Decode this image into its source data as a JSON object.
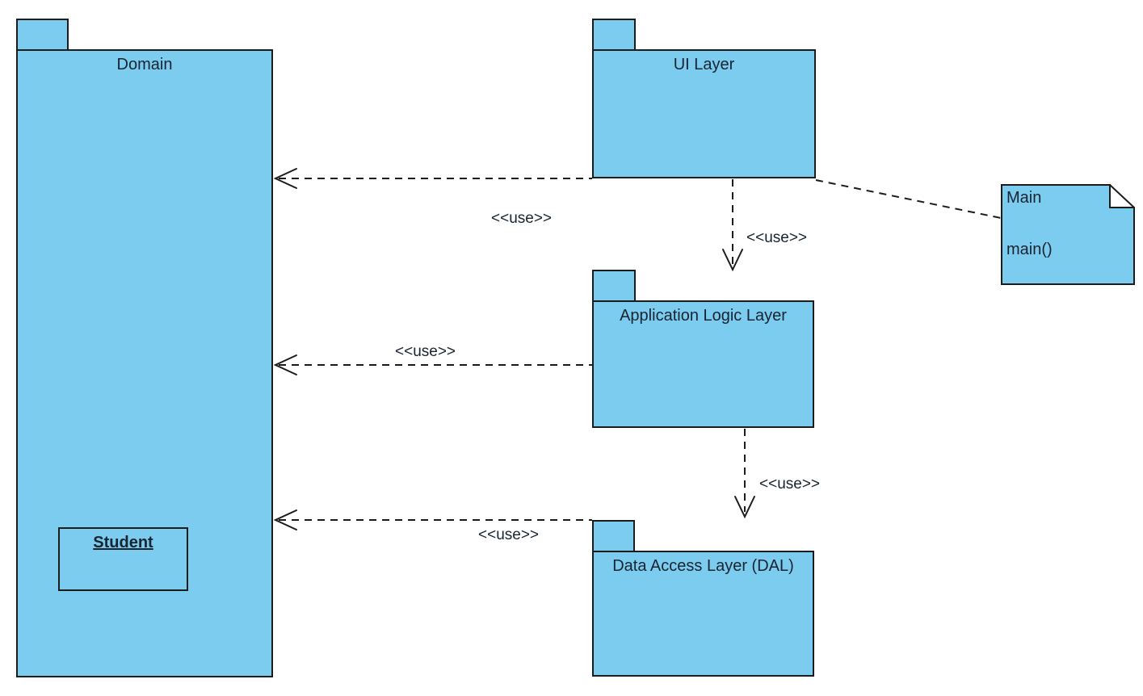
{
  "diagram": {
    "kind": "uml-package-diagram",
    "colors": {
      "node_fill": "#7cccf0",
      "node_border": "#1c1c1c",
      "connector": "#1c1c1c",
      "text": "#182430"
    },
    "packages": [
      {
        "label": "Domain"
      },
      {
        "label": "UI Layer"
      },
      {
        "label": "Application Logic Layer"
      },
      {
        "label": "Data Access Layer (DAL)"
      }
    ],
    "classes": [
      {
        "label": "Student"
      }
    ],
    "notes": [
      {
        "title": "Main",
        "body": "main()"
      }
    ],
    "dependencies": [
      {
        "from": "UI Layer",
        "to": "Domain",
        "label": "<<use>>"
      },
      {
        "from": "UI Layer",
        "to": "Application Logic Layer",
        "label": "<<use>>"
      },
      {
        "from": "Application Logic Layer",
        "to": "Domain",
        "label": "<<use>>"
      },
      {
        "from": "Application Logic Layer",
        "to": "Data Access Layer (DAL)",
        "label": "<<use>>"
      },
      {
        "from": "Data Access Layer (DAL)",
        "to": "Domain",
        "label": "<<use>>"
      },
      {
        "from": "UI Layer",
        "to": "Main",
        "label": ""
      }
    ]
  }
}
